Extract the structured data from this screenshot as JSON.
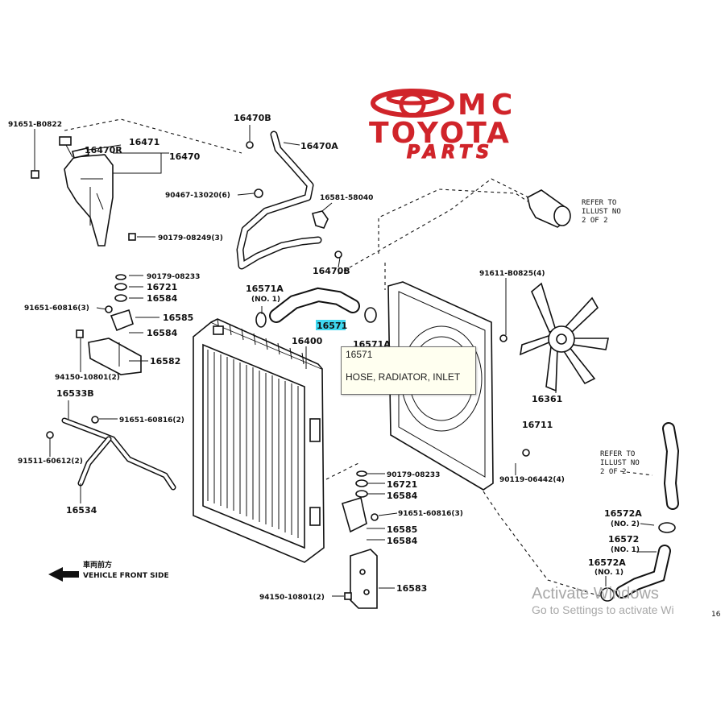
{
  "brand": {
    "line1": "MC",
    "line2": "TOYOTA",
    "line3": "PARTS",
    "color": "#d0242a"
  },
  "tooltip": {
    "code": "16571",
    "description": "HOSE, RADIATOR, INLET"
  },
  "highlight_color": "#3fd8f0",
  "labels": {
    "p91651_b0822": "91651-B0822",
    "p16470r": "16470R",
    "p16471": "16471",
    "p16470": "16470",
    "p16470b_top": "16470B",
    "p16470a": "16470A",
    "p90467": "90467-13020(6)",
    "p16581": "16581-58040",
    "p90179_08249": "90179-08249(3)",
    "p16470b_mid": "16470B",
    "p90179_08233_top": "90179-08233",
    "p16721_top": "16721",
    "p16584_top": "16584",
    "p91651_60816_left": "91651-60816(3)",
    "p16585_top": "16585",
    "p16584_top2": "16584",
    "p16582": "16582",
    "p94150_left": "94150-10801(2)",
    "p16571a_top": "16571A",
    "p16571a_top_no": "(NO. 1)",
    "p16571": "16571",
    "p16571a_right": "16571A",
    "p16400": "16400",
    "p16533b": "16533B",
    "p91651_60816_mid": "91651-60816(2)",
    "p91511": "91511-60612(2)",
    "p16534": "16534",
    "p91611": "91611-B0825(4)",
    "p16361": "16361",
    "p16711": "16711",
    "p90119": "90119-06442(4)",
    "refer_top_1": "REFER TO",
    "refer_top_2": "ILLUST NO",
    "refer_top_3": "2 OF 2",
    "refer_mid_1": "REFER TO",
    "refer_mid_2": "ILLUST NO",
    "refer_mid_3": "2 OF 2",
    "p90179_08233_bot": "90179-08233",
    "p16721_bot": "16721",
    "p16584_bot": "16584",
    "p91651_60816_bot": "91651-60816(3)",
    "p16585_bot": "16585",
    "p16584_bot2": "16584",
    "p16583": "16583",
    "p94150_bot": "94150-10801(2)",
    "p16572a_no2": "16572A",
    "p16572a_no2_sub": "(NO. 2)",
    "p16572": "16572",
    "p16572_sub": "(NO. 1)",
    "p16572a_no1": "16572A",
    "p16572a_no1_sub": "(NO. 1)",
    "vehicle_jp": "車両前方",
    "vehicle_en": "VEHICLE FRONT SIDE",
    "page_number": "16"
  },
  "watermark": {
    "line1": "Activate Windows",
    "line2": "Go to Settings to activate Wi"
  }
}
